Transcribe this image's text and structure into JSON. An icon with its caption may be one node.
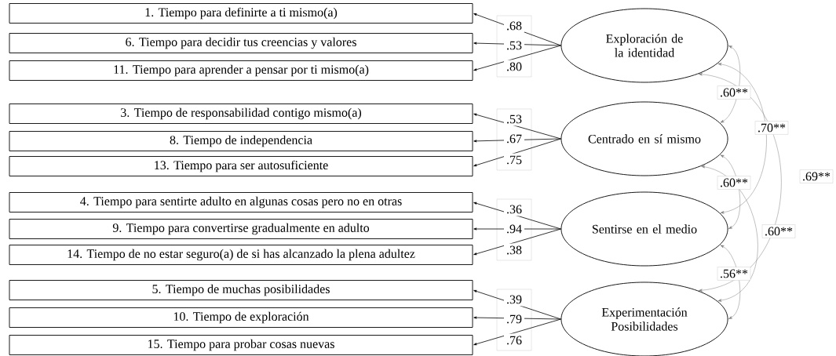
{
  "diagram": {
    "nodes": [
      {
        "text": [
          "1. Tiempo para definirte a ti mismo(a)"
        ]
      },
      {
        "text": [
          "6. Tiempo para decidir tus creencias y valores"
        ]
      },
      {
        "text": [
          "11. Tiempo para aprender a pensar por ti mismo(a)"
        ]
      },
      {
        "text": [
          "Exploración de la identidad"
        ]
      },
      {
        "text": [
          "3. Tiempo de responsabilidad contigo mismo(a)"
        ]
      },
      {
        "text": [
          "8. Tiempo de independencia"
        ]
      },
      {
        "text": [
          "13. Tiempo para ser autosuficiente"
        ]
      },
      {
        "text": [
          "Centrado en sí mismo"
        ]
      },
      {
        "text": [
          "4. Tiempo para sentirte adulto en algunas cosas pero no en otras"
        ]
      },
      {
        "text": [
          "9. Tiempo para convertirse gradualmente en adulto"
        ]
      },
      {
        "text": [
          "14. Tiempo de no estar seguro(a) de si has alcanzado la plena adultez"
        ]
      },
      {
        "text": [
          "Sentirse en el medio"
        ]
      },
      {
        "text": [
          "5. Tiempo de muchas posibilidades"
        ]
      },
      {
        "text": [
          "10. Tiempo de exploración"
        ]
      },
      {
        "text": [
          "15. Tiempo para probar cosas nuevas"
        ]
      },
      {
        "text": [
          "Experimentación Posibilidades"
        ]
      }
    ],
    "edges": [
      {
        "from": 3,
        "to": 0,
        "arrow": "to",
        "label": ".68"
      },
      {
        "from": 3,
        "to": 1,
        "arrow": "to",
        "label": ".53"
      },
      {
        "from": 3,
        "to": 2,
        "arrow": "to",
        "label": ".80"
      },
      {
        "from": 7,
        "to": 4,
        "arrow": "to",
        "label": ".53"
      },
      {
        "from": 7,
        "to": 5,
        "arrow": "to",
        "label": ".67"
      },
      {
        "from": 7,
        "to": 6,
        "arrow": "to",
        "label": ".75"
      },
      {
        "from": 11,
        "to": 8,
        "arrow": "to",
        "label": ".36"
      },
      {
        "from": 11,
        "to": 9,
        "arrow": "to",
        "label": ".94"
      },
      {
        "from": 11,
        "to": 10,
        "arrow": "to",
        "label": ".38"
      },
      {
        "from": 15,
        "to": 12,
        "arrow": "to",
        "label": ".39"
      },
      {
        "from": 15,
        "to": 13,
        "arrow": "to",
        "label": ".79"
      },
      {
        "from": 15,
        "to": 14,
        "arrow": "to",
        "label": ".76"
      },
      {
        "from": 3,
        "to": 7,
        "arrow": "both",
        "label": ".60**",
        "color": "#808080"
      },
      {
        "from": 3,
        "to": 11,
        "arrow": "both",
        "label": ".70**",
        "color": "#808080"
      },
      {
        "from": 3,
        "to": 15,
        "arrow": "both",
        "label": ".69**",
        "color": "#808080"
      },
      {
        "from": 7,
        "to": 11,
        "arrow": "both",
        "label": ".60**",
        "color": "#808080"
      },
      {
        "from": 7,
        "to": 15,
        "arrow": "both",
        "label": ".60**",
        "color": "#808080"
      },
      {
        "from": 11,
        "to": 15,
        "arrow": "both",
        "label": ".56**",
        "color": "#808080"
      }
    ]
  }
}
